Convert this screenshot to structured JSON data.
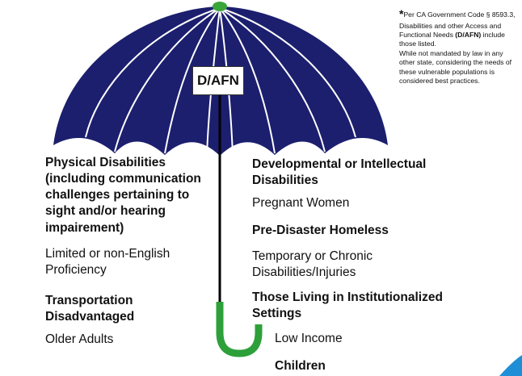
{
  "umbrella": {
    "label": "D/AFN",
    "canopy_color": "#1c1f6e",
    "rib_color": "#ffffff",
    "tip_color": "#3aa53a",
    "shaft_color": "#000000",
    "handle_color": "#2ea03a"
  },
  "note": {
    "asterisk": "*",
    "line1": "Per CA Government Code §",
    "line2": "8593.3, Disabilities and other Access and Functional Needs ",
    "line2_bold": "(D/AFN)",
    "line3": " include those listed.",
    "line4": "While not mandated by law in any other state, considering the needs of these vulnerable populations is considered best practices."
  },
  "left_items": [
    "Physical Disabilities (including communication challenges pertaining to sight and/or hearing impairement)",
    "Limited or non-English Proficiency",
    "Transportation Disadvantaged",
    "Older Adults"
  ],
  "right_items": [
    "Developmental or Intellectual Disabilities",
    "Pregnant Women",
    "Pre-Disaster Homeless",
    "Temporary or Chronic Disabilities/Injuries",
    "Those Living in Institutionalized Settings",
    "Low Income",
    "Children"
  ],
  "corner_accent_color": "#1e8fd6"
}
